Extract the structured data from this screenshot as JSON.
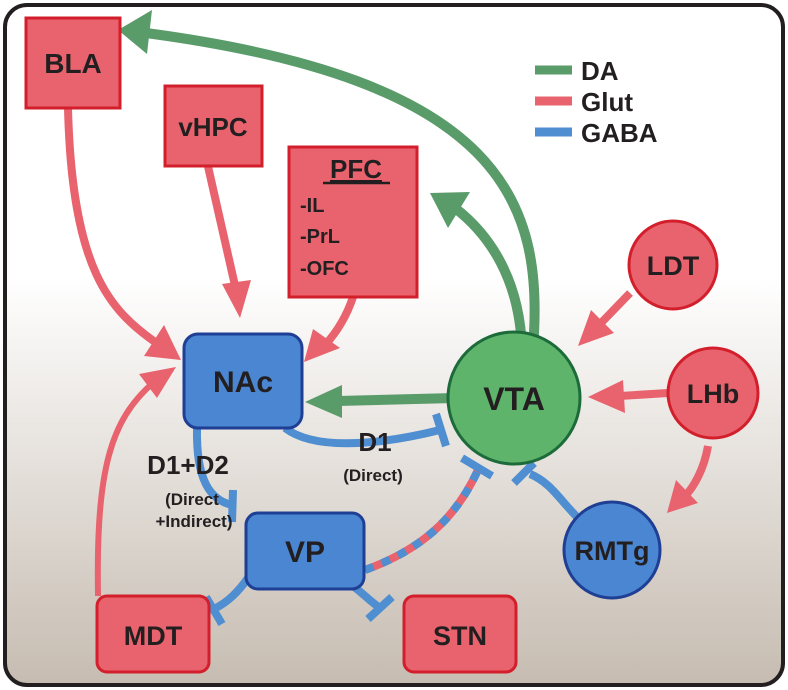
{
  "colors": {
    "dopamine": "#5a9b6a",
    "glutamate": "#e8636d",
    "gaba": "#4f8ed0",
    "glut_node_fill": "#e8636d",
    "glut_node_stroke": "#d31f2c",
    "gaba_node_fill": "#4a86d1",
    "gaba_node_stroke": "#1f3f95",
    "da_node_fill": "#5fb46c",
    "da_node_stroke": "#1d6b3a",
    "frame_border": "#231f20"
  },
  "legend": [
    {
      "label": "DA",
      "color_key": "dopamine"
    },
    {
      "label": "Glut",
      "color_key": "glutamate"
    },
    {
      "label": "GABA",
      "color_key": "gaba"
    }
  ],
  "nodes": {
    "bla": "BLA",
    "vhpc": "vHPC",
    "pfc": {
      "title": "PFC",
      "items": [
        "-IL",
        "-PrL",
        "-OFC"
      ]
    },
    "nac": "NAc",
    "vta": "VTA",
    "ldt": "LDT",
    "lhb": "LHb",
    "rmtg": "RMTg",
    "vp": "VP",
    "mdt": "MDT",
    "stn": "STN"
  },
  "pathway_labels": {
    "d1": "D1",
    "d1_sub": "(Direct)",
    "d1d2": "D1+D2",
    "d1d2_sub1": "(Direct",
    "d1d2_sub2": "+Indirect)"
  }
}
